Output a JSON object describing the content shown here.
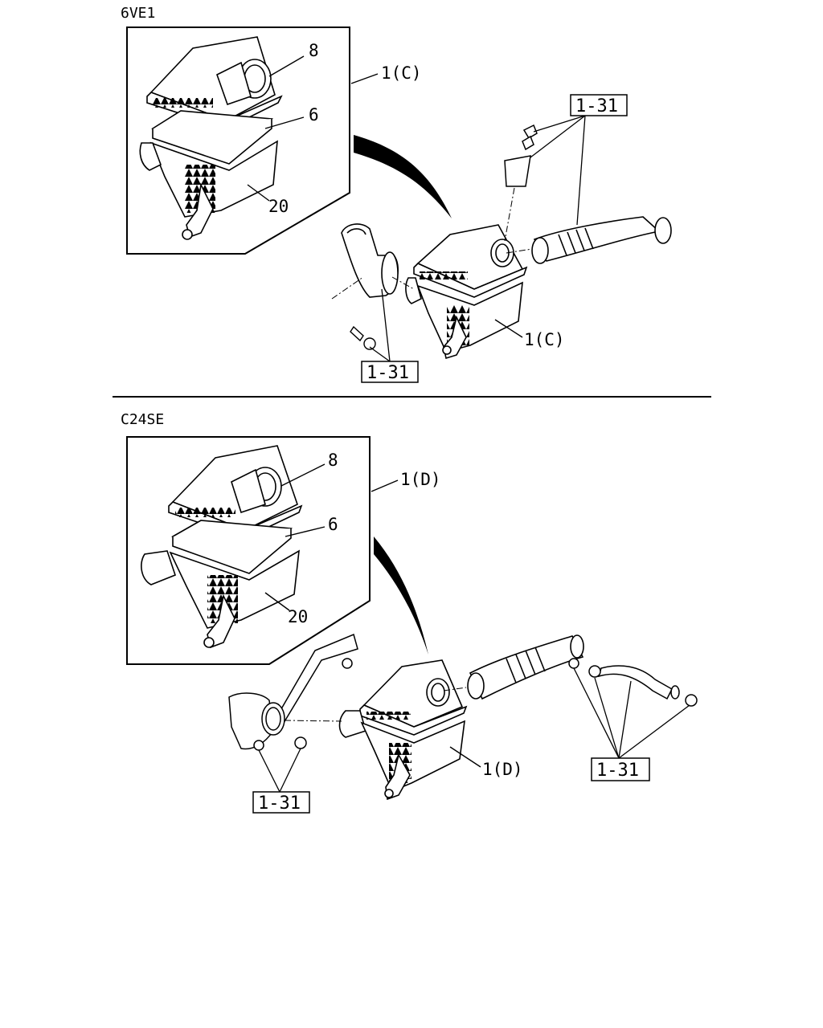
{
  "sections": [
    {
      "engine": "6VE1",
      "callouts": {
        "part_8": "8",
        "part_6": "6",
        "part_20": "20"
      },
      "assembly_ref": "1(C)",
      "assembly_ref_main": "1(C)",
      "ref_boxes": [
        "1-31",
        "1-31"
      ]
    },
    {
      "engine": "C24SE",
      "callouts": {
        "part_8": "8",
        "part_6": "6",
        "part_20": "20"
      },
      "assembly_ref": "1(D)",
      "assembly_ref_main": "1(D)",
      "ref_boxes": [
        "1-31",
        "1-31"
      ]
    }
  ]
}
